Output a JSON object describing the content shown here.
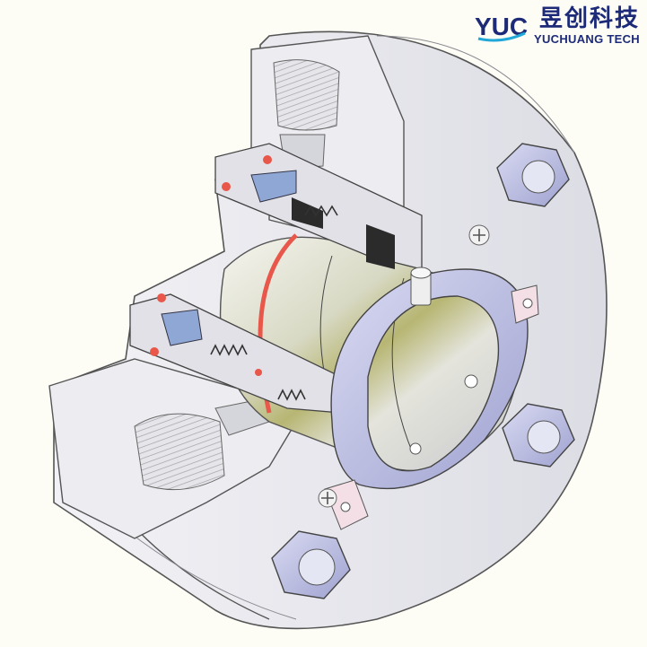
{
  "logo": {
    "mark_text": "YUC",
    "name_cn": "昱创科技",
    "name_en": "YUCHUANG TECH"
  },
  "colors": {
    "brand_blue": "#1d2a78",
    "brand_cyan": "#22a8d8",
    "background": "#fdfdf6",
    "housing": "#e9e9ee",
    "housing_shadow": "#c9c9d2",
    "lavender_ring": "#b9bbe0",
    "o_ring": "#e8574a",
    "dark_face": "#2b2b2b",
    "sleeve_tint": "#b7b673"
  },
  "icons": [
    "cartridge-seal-cutaway",
    "hex-nut-icon",
    "cross-screw-icon",
    "set-screw-icon",
    "spring-icon"
  ]
}
